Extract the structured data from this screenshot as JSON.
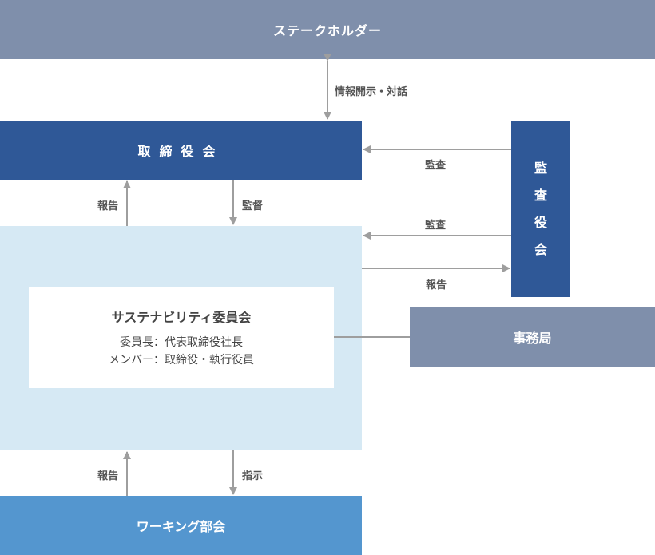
{
  "nodes": {
    "stakeholder": "ステークホルダー",
    "board": "取締役会",
    "auditors": [
      "監",
      "査",
      "役",
      "会"
    ],
    "committee": {
      "title": "サステナビリティ委員会",
      "chair": "委員長：代表取締役社長",
      "members": "メンバー：取締役・執行役員"
    },
    "secretariat": "事務局",
    "working_group": "ワーキング部会"
  },
  "edges": {
    "disclosure": "情報開示・対話",
    "board_audit": "監査",
    "committee_report_to_board": "報告",
    "board_supervise": "監督",
    "committee_audit": "監査",
    "committee_report_to_auditors": "報告",
    "working_report": "報告",
    "committee_instruct": "指示"
  },
  "colors": {
    "navy": "#2f5897",
    "slate": "#7f8fab",
    "light_blue_area": "#d6e9f4",
    "working_blue": "#5496cf",
    "arrow_gray": "#9e9e9e"
  }
}
